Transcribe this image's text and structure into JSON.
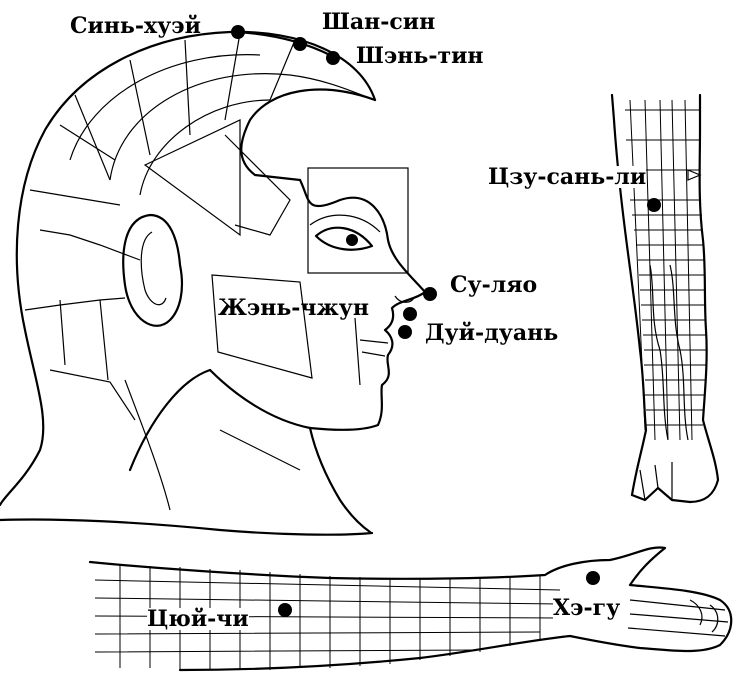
{
  "diagram": {
    "points": [
      {
        "id": "sin-khuei",
        "label": "Синь-хуэй"
      },
      {
        "id": "shan-sin",
        "label": "Шан-син"
      },
      {
        "id": "shen-tin",
        "label": "Шэнь-тин"
      },
      {
        "id": "su-lyao",
        "label": "Су-ляо"
      },
      {
        "id": "zhen-chzhun",
        "label": "Жэнь-чжун"
      },
      {
        "id": "dui-duan",
        "label": "Дуй-дуань"
      },
      {
        "id": "tszu-san-li",
        "label": "Цзу-сань-ли"
      },
      {
        "id": "tsyui-chi",
        "label": "Цюй-чи"
      },
      {
        "id": "khe-gu",
        "label": "Хэ-гу"
      }
    ]
  }
}
